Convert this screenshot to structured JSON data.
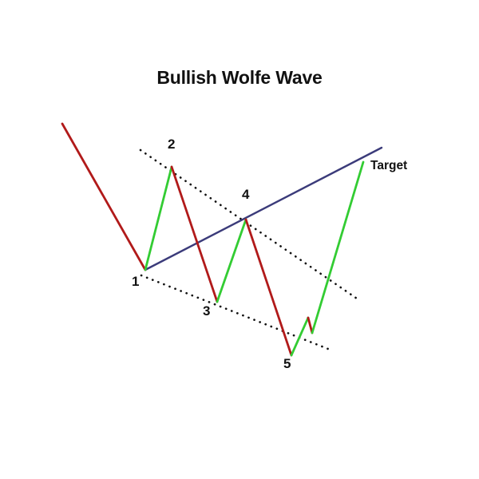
{
  "chart_data": {
    "type": "line",
    "title": "Bullish Wolfe Wave",
    "xlabel": "",
    "ylabel": "",
    "xlim": [
      0,
      600
    ],
    "ylim": [
      600,
      0
    ],
    "grid": false,
    "legend": null,
    "axes_visible": false,
    "background": "#ffffff",
    "colors": {
      "down_leg": "#b11a1a",
      "up_leg": "#33cc33",
      "trendline_1_4": "#3b3b7a",
      "channel": "#111111",
      "text": "#111111"
    },
    "series": [
      {
        "name": "Price action (zigzag)",
        "type": "polyline",
        "points": [
          {
            "x": 78,
            "y": 155,
            "label": null,
            "leg_color": "#b11a1a"
          },
          {
            "x": 182,
            "y": 338,
            "label": "1",
            "leg_color": "#33cc33"
          },
          {
            "x": 215,
            "y": 209,
            "label": "2",
            "leg_color": "#b11a1a"
          },
          {
            "x": 272,
            "y": 378,
            "label": "3",
            "leg_color": "#33cc33"
          },
          {
            "x": 308,
            "y": 275,
            "label": "4",
            "leg_color": "#b11a1a"
          },
          {
            "x": 365,
            "y": 445,
            "label": "5",
            "leg_color": "#33cc33"
          },
          {
            "x": 386,
            "y": 398,
            "label": null,
            "leg_color": "#b11a1a"
          },
          {
            "x": 391,
            "y": 417,
            "label": null,
            "leg_color": "#33cc33"
          },
          {
            "x": 455,
            "y": 203,
            "label": "Target",
            "leg_color": null
          }
        ]
      }
    ],
    "annotations": [
      {
        "name": "upper-channel-line",
        "type": "dotted-line",
        "x1": 176,
        "y1": 188,
        "x2": 450,
        "y2": 376,
        "color": "#111111"
      },
      {
        "name": "lower-channel-line",
        "type": "dotted-line",
        "x1": 177,
        "y1": 345,
        "x2": 416,
        "y2": 439,
        "color": "#111111"
      },
      {
        "name": "trendline-1-to-4",
        "type": "solid-line",
        "x1": 182,
        "y1": 338,
        "x2": 478,
        "y2": 185,
        "color": "#3b3b7a"
      }
    ],
    "point_labels": [
      {
        "text": "1",
        "x": 170,
        "y": 352
      },
      {
        "text": "2",
        "x": 215,
        "y": 180
      },
      {
        "text": "3",
        "x": 259,
        "y": 389
      },
      {
        "text": "4",
        "x": 308,
        "y": 243
      },
      {
        "text": "5",
        "x": 360,
        "y": 455
      }
    ],
    "target_label": {
      "text": "Target",
      "x": 464,
      "y": 199
    }
  }
}
